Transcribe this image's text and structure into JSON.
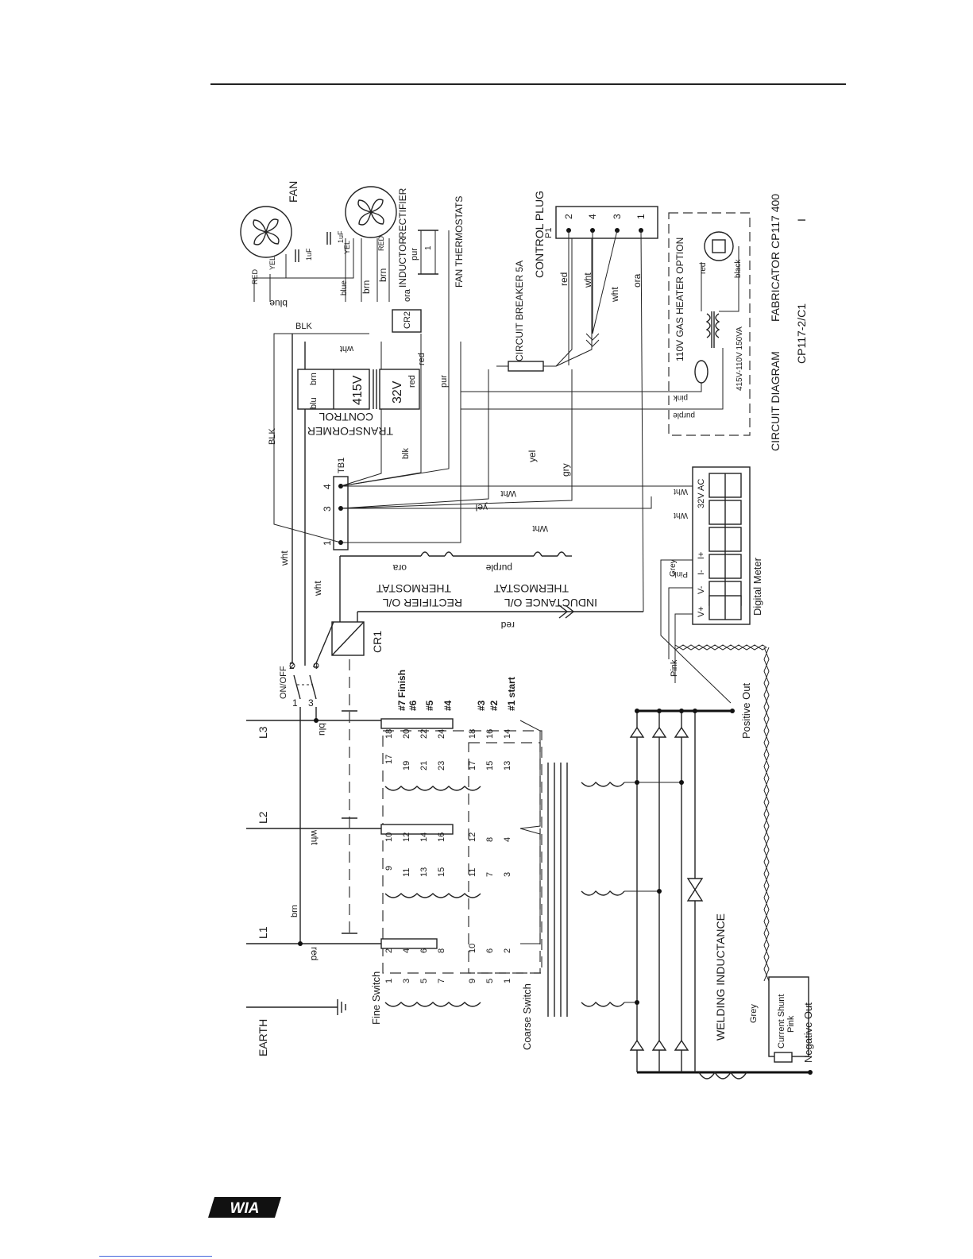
{
  "diagram": {
    "title_line1": "CIRCUIT DIAGRAM",
    "title_line2": "FABRICATOR CP117  400",
    "drawing_number": "CP117-2/C1",
    "revision": "I",
    "supply": {
      "earth": "EARTH",
      "l1": "L1",
      "l2": "L2",
      "l3": "L3",
      "wires": [
        "red",
        "brn",
        "wht",
        "blu"
      ]
    },
    "on_off": {
      "label": "ON/OFF",
      "terminals": [
        "1",
        "2",
        "3",
        "4"
      ]
    },
    "cr1": "CR1",
    "cr2": "CR2",
    "fan": "FAN",
    "rectifier": "RECTIFIER",
    "inductor": "INDUCTOR",
    "fan_thermostats": "FAN THERMOSTATS",
    "circuit_breaker": "CIRCUIT BREAKER 5A",
    "control_plug": {
      "label": "CONTROL PLUG",
      "ref": "P1",
      "pins": [
        "2",
        "4",
        "3",
        "1"
      ]
    },
    "control_transformer": {
      "line1": "CONTROL",
      "line2": "TRANSFORMER",
      "v1": "415V",
      "v2": "32V"
    },
    "tb1": {
      "label": "TB1",
      "terminals": [
        "4",
        "3",
        "1"
      ]
    },
    "gas_heater": {
      "label": "110V GAS HEATER OPTION",
      "rating": "415V-110V 150VA"
    },
    "thermostats": {
      "rectifier_line1": "RECTIFIER O/L",
      "rectifier_line2": "THERMOSTAT",
      "inductance_line1": "INDUCTANCE O/L",
      "inductance_line2": "THERMOSTAT"
    },
    "digital_meter": {
      "label": "Digital Meter",
      "terminals": [
        "V+",
        "V-",
        "I-",
        "I+",
        "32V AC"
      ]
    },
    "capacitor": "1uF",
    "wire_labels": {
      "red": "red",
      "RED": "RED",
      "YEL": "YEL",
      "blue": "blue",
      "BLK": "BLK",
      "wht": "wht",
      "Wht": "Wht",
      "brn": "brn",
      "blu": "blu",
      "blk": "blk",
      "pur": "pur",
      "ora": "ora",
      "yel": "yel",
      "gry": "gry",
      "pink": "pink",
      "purple": "purple",
      "Pink": "Pink",
      "Grey": "Grey",
      "black": "black"
    },
    "fine_switch": {
      "label": "Fine Switch",
      "l1_top": [
        "2",
        "4",
        "6",
        "8"
      ],
      "l1_bottom": [
        "1",
        "3",
        "5",
        "7"
      ],
      "l2_top": [
        "10",
        "12",
        "14",
        "16"
      ],
      "l2_bottom": [
        "9",
        "11",
        "13",
        "15"
      ],
      "l3_top": [
        "18",
        "20",
        "22",
        "24"
      ],
      "l3_bottom": [
        "17",
        "19",
        "21",
        "23"
      ],
      "positions": [
        "#7 Finish",
        "#6",
        "#5",
        "#4"
      ]
    },
    "coarse_switch": {
      "label": "Coarse Switch",
      "l1_top": [
        "10",
        "6",
        "2"
      ],
      "l1_bottom": [
        "9",
        "5",
        "1"
      ],
      "l2_top": [
        "12",
        "8",
        "4"
      ],
      "l2_bottom": [
        "11",
        "7",
        "3"
      ],
      "l3_top": [
        "18",
        "16",
        "14"
      ],
      "l3_bottom": [
        "17",
        "15",
        "13"
      ],
      "positions": [
        "#3",
        "#2",
        "#1 start"
      ]
    },
    "welding_inductance": "WELDING  INDUCTANCE",
    "current_shunt": "Current Shunt",
    "positive_out": "Positive Out",
    "negative_out": "Negative Out",
    "logo": "WIA"
  }
}
